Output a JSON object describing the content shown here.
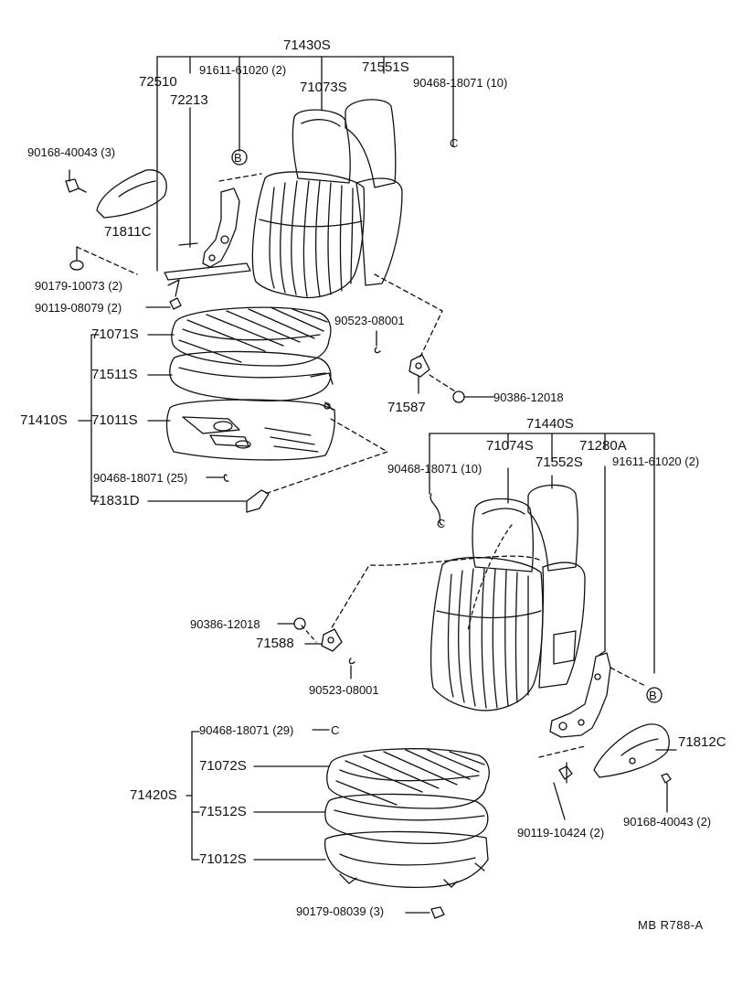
{
  "labels": {
    "a71430S": "71430S",
    "a72510": "72510",
    "a91611_top": "91611-61020 (2)",
    "a71551S": "71551S",
    "a72213": "72213",
    "a71073S": "71073S",
    "a90468_10_top": "90468-18071 (10)",
    "a90168_left": "90168-40043 (3)",
    "a71811C": "71811C",
    "a90179_10073": "90179-10073 (2)",
    "a90119_08079": "90119-08079 (2)",
    "a90523_top": "90523-08001",
    "a71071S": "71071S",
    "a71511S": "71511S",
    "a71410S": "71410S",
    "a71011S": "71011S",
    "a71587": "71587",
    "a90386_right": "90386-12018",
    "a71440S": "71440S",
    "a71074S": "71074S",
    "a71280A": "71280A",
    "a90468_10_mid": "90468-18071 (10)",
    "a71552S": "71552S",
    "a91611_mid": "91611-61020 (2)",
    "a90468_25": "90468-18071 (25)",
    "a71831D": "71831D",
    "a90386_left": "90386-12018",
    "a71588": "71588",
    "a90523_bottom": "90523-08001",
    "a71812C": "71812C",
    "a90468_29": "90468-18071 (29)",
    "a71072S": "71072S",
    "a71420S": "71420S",
    "a71512S": "71512S",
    "a71012S": "71012S",
    "a90119_10424": "90119-10424 (2)",
    "a90168_right": "90168-40043 (2)",
    "a90179_08039": "90179-08039 (3)",
    "markerB": "B",
    "clipC": "C"
  },
  "footer": {
    "code": "MB  R788-A"
  }
}
